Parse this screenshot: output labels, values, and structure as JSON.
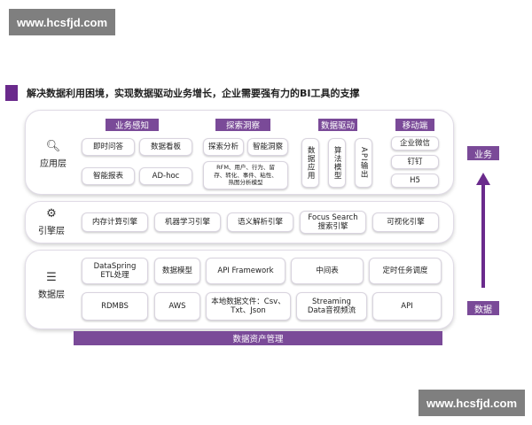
{
  "watermark": {
    "text": "www.hcsfjd.com"
  },
  "headline": "解决数据利用困境，实现数据驱动业务增长，企业需要强有力的BI工具的支撑",
  "app_layer": {
    "label": "应用层",
    "groups": {
      "biz": {
        "title": "业务感知",
        "items": [
          "即时问答",
          "数据看板",
          "智能报表",
          "AD-hoc"
        ]
      },
      "explore": {
        "title": "探索洞察",
        "items": [
          "探索分析",
          "智能洞察"
        ],
        "detail": "RFM、用户、行为、留\n存、转化、事件、粘性、\n热图分析模型"
      },
      "drive": {
        "title": "数据驱动",
        "items": [
          "数据应用",
          "算法模型",
          "API输出"
        ]
      },
      "mobile": {
        "title": "移动端",
        "items": [
          "企业微信",
          "钉钉",
          "H5"
        ]
      }
    }
  },
  "engine_layer": {
    "label": "引擎层",
    "items": [
      "内存计算引擎",
      "机器学习引擎",
      "语义解析引擎",
      "Focus Search\n搜索引擎",
      "可视化引擎"
    ]
  },
  "data_layer": {
    "label": "数据层",
    "row1": [
      "DataSpring\nETL处理",
      "数据模型",
      "API Framework",
      "中间表",
      "定时任务调度"
    ],
    "row2": [
      "RDMBS",
      "AWS",
      "本地数据文件：Csv、\nTxt、Json",
      "Streaming\nData音视频流",
      "API"
    ]
  },
  "asset_bar": "数据资产管理",
  "side": {
    "top": "业务",
    "bottom": "数据"
  },
  "colors": {
    "accent": "#7a4a98",
    "dark_accent": "#6a2a8c",
    "watermark_bg": "#7f7f7f"
  },
  "icons": {
    "app": "search-icon",
    "engine": "gear-icon",
    "data": "database-icon"
  }
}
